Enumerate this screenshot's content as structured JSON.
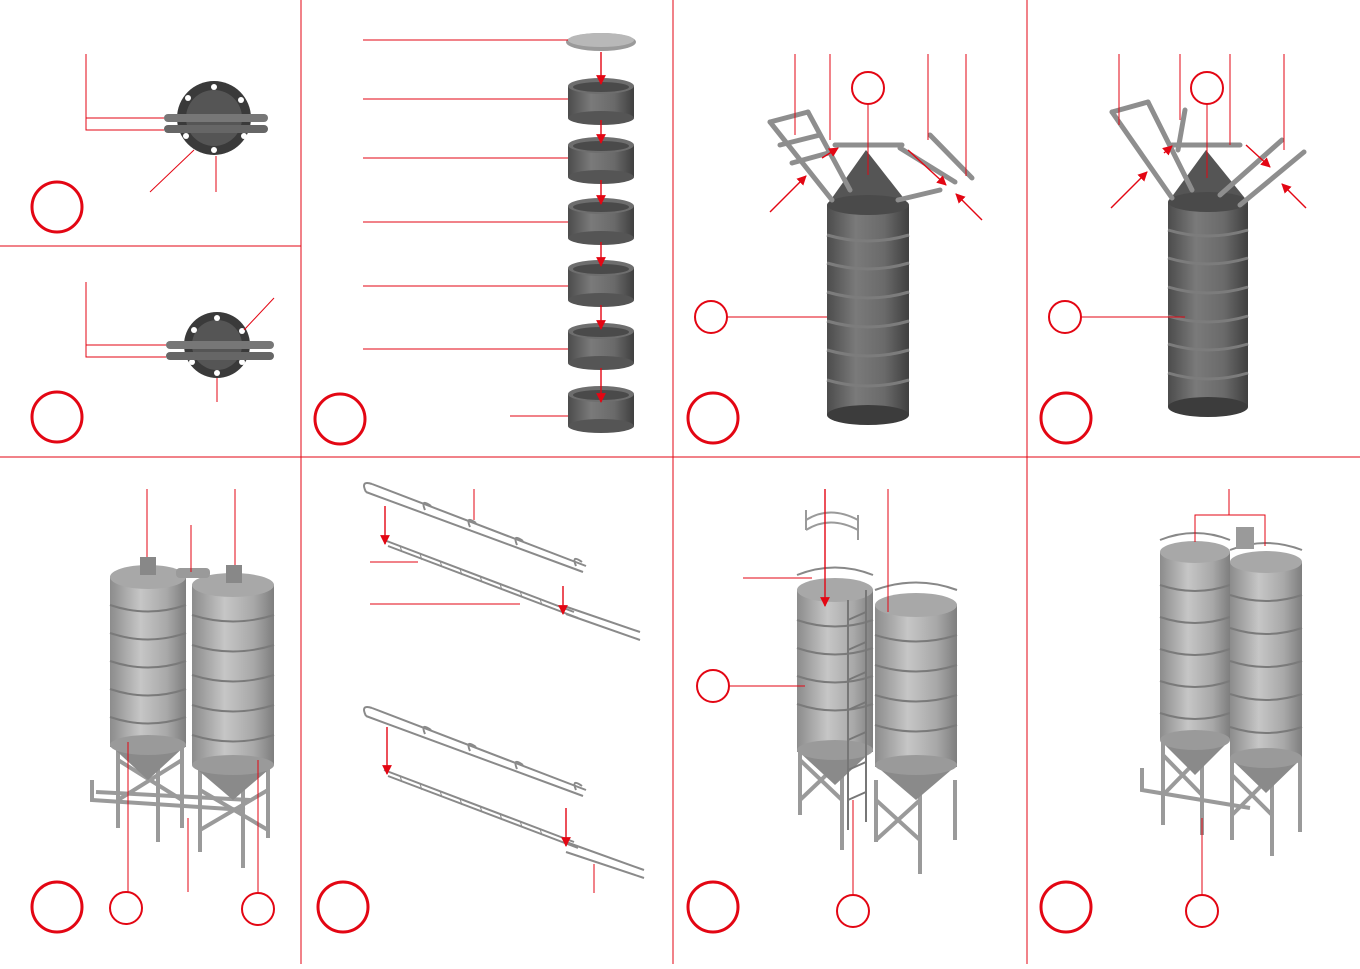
{
  "sheet": {
    "panels": [
      {
        "id": "p1a",
        "step": ""
      },
      {
        "id": "p1b",
        "step": ""
      },
      {
        "id": "p2",
        "step": ""
      },
      {
        "id": "p3",
        "step": ""
      },
      {
        "id": "p4",
        "step": ""
      },
      {
        "id": "p5",
        "step": ""
      },
      {
        "id": "p6",
        "step": ""
      },
      {
        "id": "p7",
        "step": ""
      },
      {
        "id": "p8",
        "step": ""
      }
    ],
    "callouts": {
      "p3_top": "",
      "p3_body": "",
      "p4_top": "",
      "p4_body": "",
      "p5_left": "",
      "p5_right": "",
      "p7_body": "",
      "p7_ladder": "",
      "p8_base": ""
    }
  },
  "colors": {
    "accent": "#e30613",
    "model_dark": "#5f5f5f",
    "model_mid": "#8a8a8a",
    "model_light": "#b3b3b3",
    "line_neutral": "#cccccc"
  },
  "icons": {
    "step_marker": "red-circle",
    "callout_marker": "red-circle",
    "direction_arrow": "red-arrow"
  }
}
